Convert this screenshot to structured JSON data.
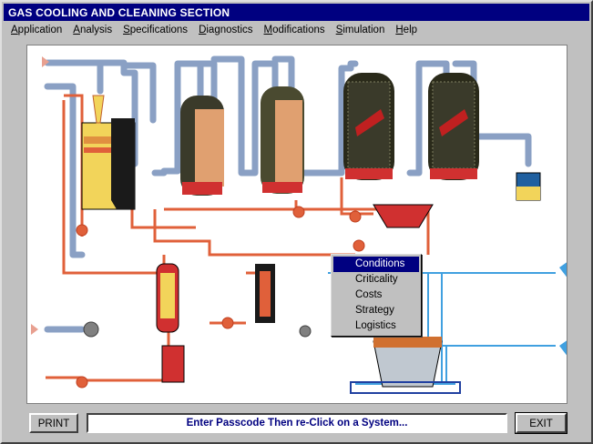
{
  "window": {
    "title": "GAS COOLING AND CLEANING SECTION"
  },
  "menu": [
    "Application",
    "Analysis",
    "Specifications",
    "Diagnostics",
    "Modifications",
    "Simulation",
    "Help"
  ],
  "context_menu": {
    "items": [
      "Conditions",
      "Criticality",
      "Costs",
      "Strategy",
      "Logistics"
    ],
    "selected": "Conditions"
  },
  "footer": {
    "print_label": "PRINT",
    "status_text": "Enter Passcode Then re-Click on a System...",
    "exit_label": "EXIT"
  },
  "colors": {
    "titlebar": "#000080",
    "gas_pipe": "#8aa0c4",
    "liquid_pipe": "#e0603a",
    "vessel_dark": "#3a3a2a",
    "vessel_yellow": "#f2d45a",
    "vessel_red": "#d03030",
    "inlet_arrow": "#e8a090",
    "water_arrow": "#40a0e0"
  }
}
